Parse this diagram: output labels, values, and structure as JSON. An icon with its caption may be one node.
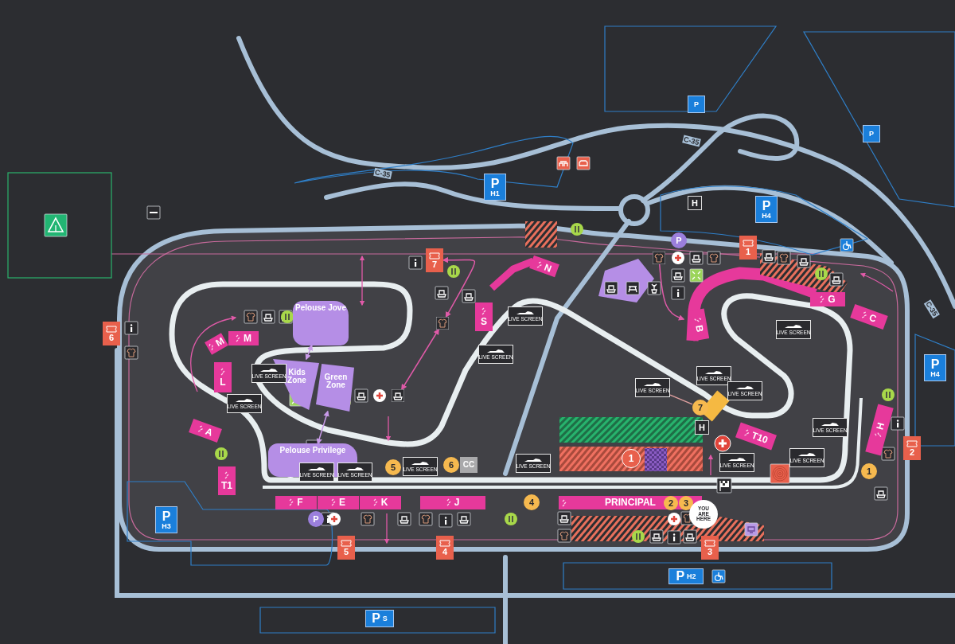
{
  "diagram": {
    "nodes": [
      {
        "text": [
          "A"
        ]
      },
      {
        "text": [
          "T1"
        ]
      },
      {
        "text": [
          "L"
        ]
      },
      {
        "text": [
          "M"
        ]
      },
      {
        "text": [
          "M"
        ]
      },
      {
        "text": [
          "S"
        ]
      },
      {
        "text": [
          "N"
        ]
      },
      {
        "text": [
          "B"
        ]
      },
      {
        "text": [
          "G"
        ]
      },
      {
        "text": [
          "C"
        ]
      },
      {
        "text": [
          "H"
        ]
      },
      {
        "text": [
          "T10"
        ]
      },
      {
        "text": [
          "PRINCIPAL"
        ]
      },
      {
        "text": [
          "F"
        ]
      },
      {
        "text": [
          "E"
        ]
      },
      {
        "text": [
          "K"
        ]
      },
      {
        "text": [
          "J"
        ]
      },
      {
        "text": [
          "Pelouse Jove"
        ]
      },
      {
        "text": [
          "Kids Zone"
        ]
      },
      {
        "text": [
          "Green Zone"
        ]
      },
      {
        "text": [
          "Pelouse Privilege"
        ]
      },
      {
        "text": [
          "1"
        ]
      },
      {
        "text": [
          "2"
        ]
      },
      {
        "text": [
          "3"
        ]
      },
      {
        "text": [
          "4"
        ]
      },
      {
        "text": [
          "5"
        ]
      },
      {
        "text": [
          "6"
        ]
      },
      {
        "text": [
          "7"
        ]
      },
      {
        "text": [
          "P",
          "H1"
        ]
      },
      {
        "text": [
          "P",
          "H4"
        ]
      },
      {
        "text": [
          "P",
          "H4"
        ]
      },
      {
        "text": [
          "P",
          "H3"
        ]
      },
      {
        "text": [
          "P",
          "H2"
        ]
      },
      {
        "text": [
          "P",
          "S"
        ]
      },
      {
        "text": [
          "P"
        ]
      },
      {
        "text": [
          "P"
        ]
      },
      {
        "text": [
          "P"
        ]
      },
      {
        "text": [
          "P"
        ]
      },
      {
        "text": [
          "H"
        ]
      },
      {
        "text": [
          "H"
        ]
      },
      {
        "text": [
          "1"
        ]
      },
      {
        "text": [
          "2"
        ],
        "in": 12
      },
      {
        "text": [
          "3"
        ],
        "in": 12
      },
      {
        "text": [
          "4"
        ]
      },
      {
        "text": [
          "5"
        ]
      },
      {
        "text": [
          "6"
        ]
      },
      {
        "text": [
          "CC"
        ]
      },
      {
        "text": [
          "7"
        ]
      },
      {
        "text": [
          "1"
        ]
      },
      {
        "text": [
          "YOU ARE HERE"
        ]
      },
      {
        "text": [
          "LIVE SCREEN"
        ]
      },
      {
        "text": [
          "LIVE SCREEN"
        ]
      },
      {
        "text": [
          "LIVE SCREEN"
        ]
      },
      {
        "text": [
          "LIVE SCREEN"
        ]
      },
      {
        "text": [
          "LIVE SCREEN"
        ]
      },
      {
        "text": [
          "LIVE SCREEN"
        ]
      },
      {
        "text": [
          "LIVE SCREEN"
        ]
      },
      {
        "text": [
          "LIVE SCREEN"
        ]
      },
      {
        "text": [
          "LIVE SCREEN"
        ]
      },
      {
        "text": [
          "LIVE SCREEN"
        ]
      },
      {
        "text": [
          "LIVE SCREEN"
        ]
      },
      {
        "text": [
          "LIVE SCREEN"
        ]
      },
      {
        "text": [
          "LIVE SCREEN"
        ]
      },
      {
        "text": [
          "LIVE SCREEN"
        ]
      },
      {
        "text": [
          "LIVE SCREEN"
        ]
      },
      {
        "text": [],
        "shape": "picture"
      },
      {
        "text": [],
        "shape": "picture"
      },
      {
        "text": [],
        "shape": "picture"
      }
    ],
    "edges": [
      {
        "from": 17,
        "to": 18,
        "arrow": "both"
      },
      {
        "from": 20,
        "to": 19,
        "arrow": "both"
      },
      {
        "from": 58,
        "to": 47,
        "arrow": "none",
        "color": "#e0a0a0"
      },
      {
        "from": 65,
        "to": 7,
        "arrow": "to",
        "color": "#e05aa8"
      },
      {
        "from": 27,
        "to": 66,
        "arrow": "both",
        "color": "#e05aa8"
      },
      {
        "from": 66,
        "to": 67,
        "arrow": "both",
        "color": "#e05aa8"
      }
    ],
    "labels": [
      "C-35",
      "C-35",
      "C-35"
    ]
  }
}
